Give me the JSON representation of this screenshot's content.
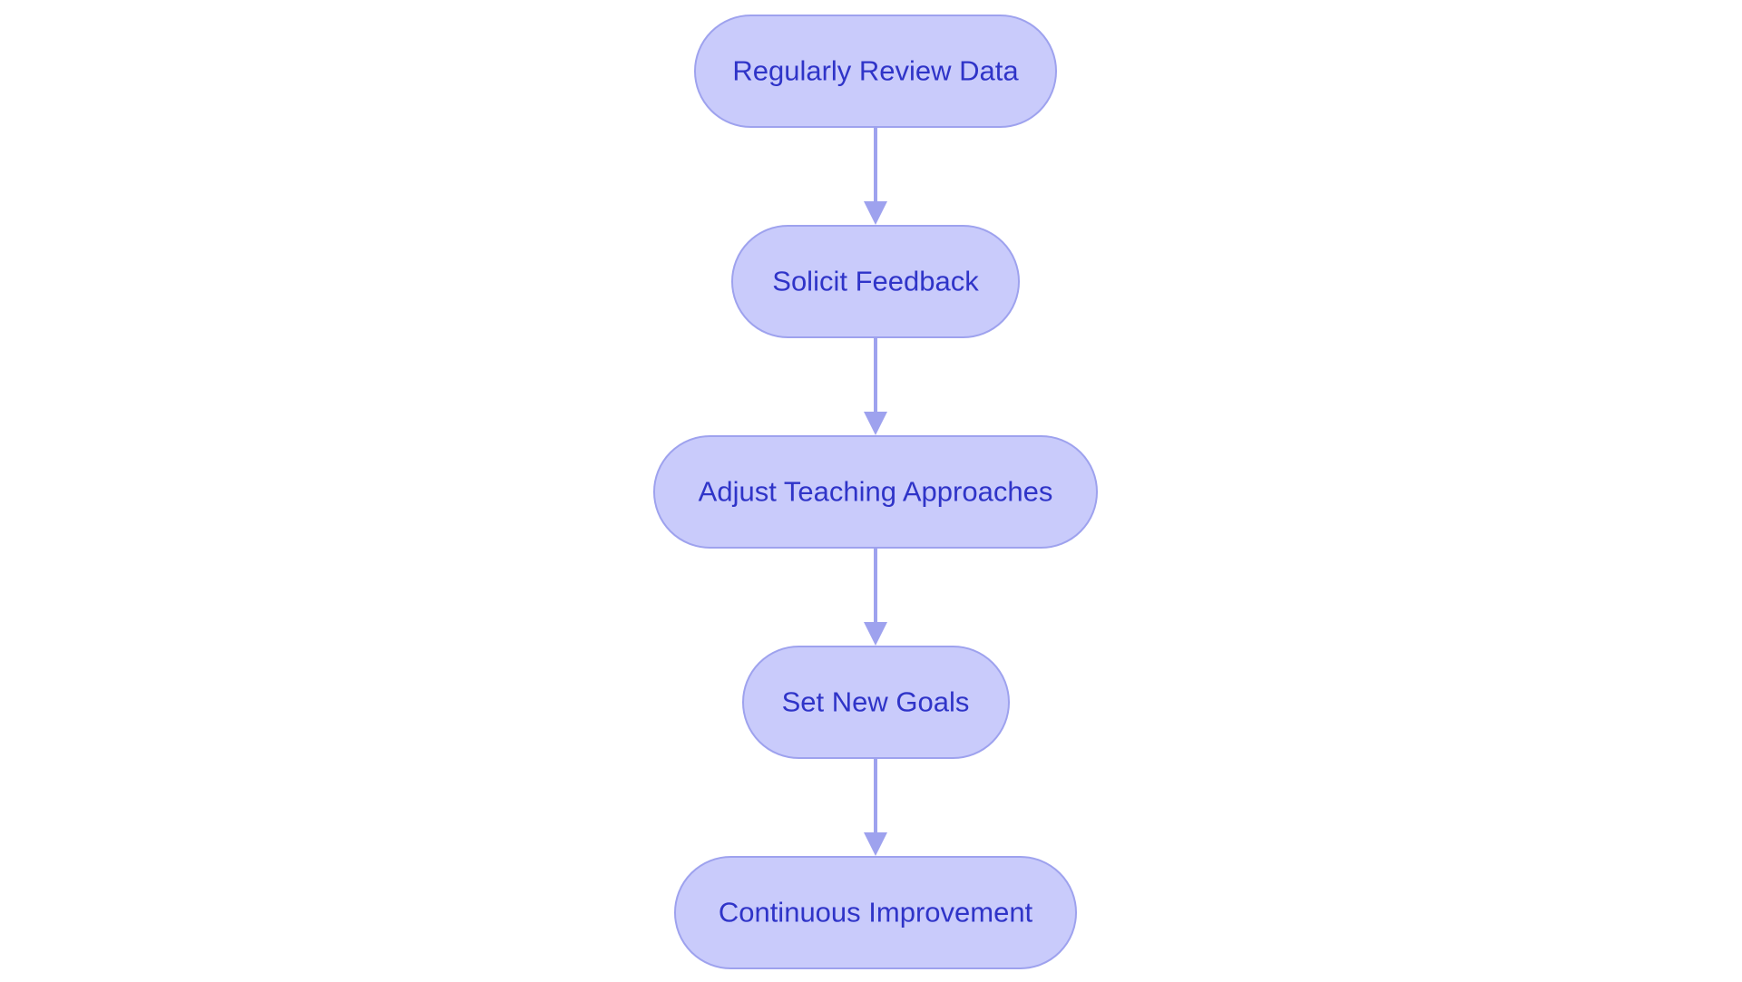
{
  "diagram": {
    "type": "flowchart",
    "direction": "top-to-bottom",
    "colors": {
      "node_fill": "#c9cbfb",
      "node_stroke": "#9ea2ee",
      "text": "#2f34c8",
      "edge": "#9ea2ee"
    },
    "nodes": [
      {
        "id": "n1",
        "label": "Regularly Review Data"
      },
      {
        "id": "n2",
        "label": "Solicit Feedback"
      },
      {
        "id": "n3",
        "label": "Adjust Teaching Approaches"
      },
      {
        "id": "n4",
        "label": "Set New Goals"
      },
      {
        "id": "n5",
        "label": "Continuous Improvement"
      }
    ],
    "edges": [
      {
        "from": "n1",
        "to": "n2"
      },
      {
        "from": "n2",
        "to": "n3"
      },
      {
        "from": "n3",
        "to": "n4"
      },
      {
        "from": "n4",
        "to": "n5"
      }
    ]
  }
}
